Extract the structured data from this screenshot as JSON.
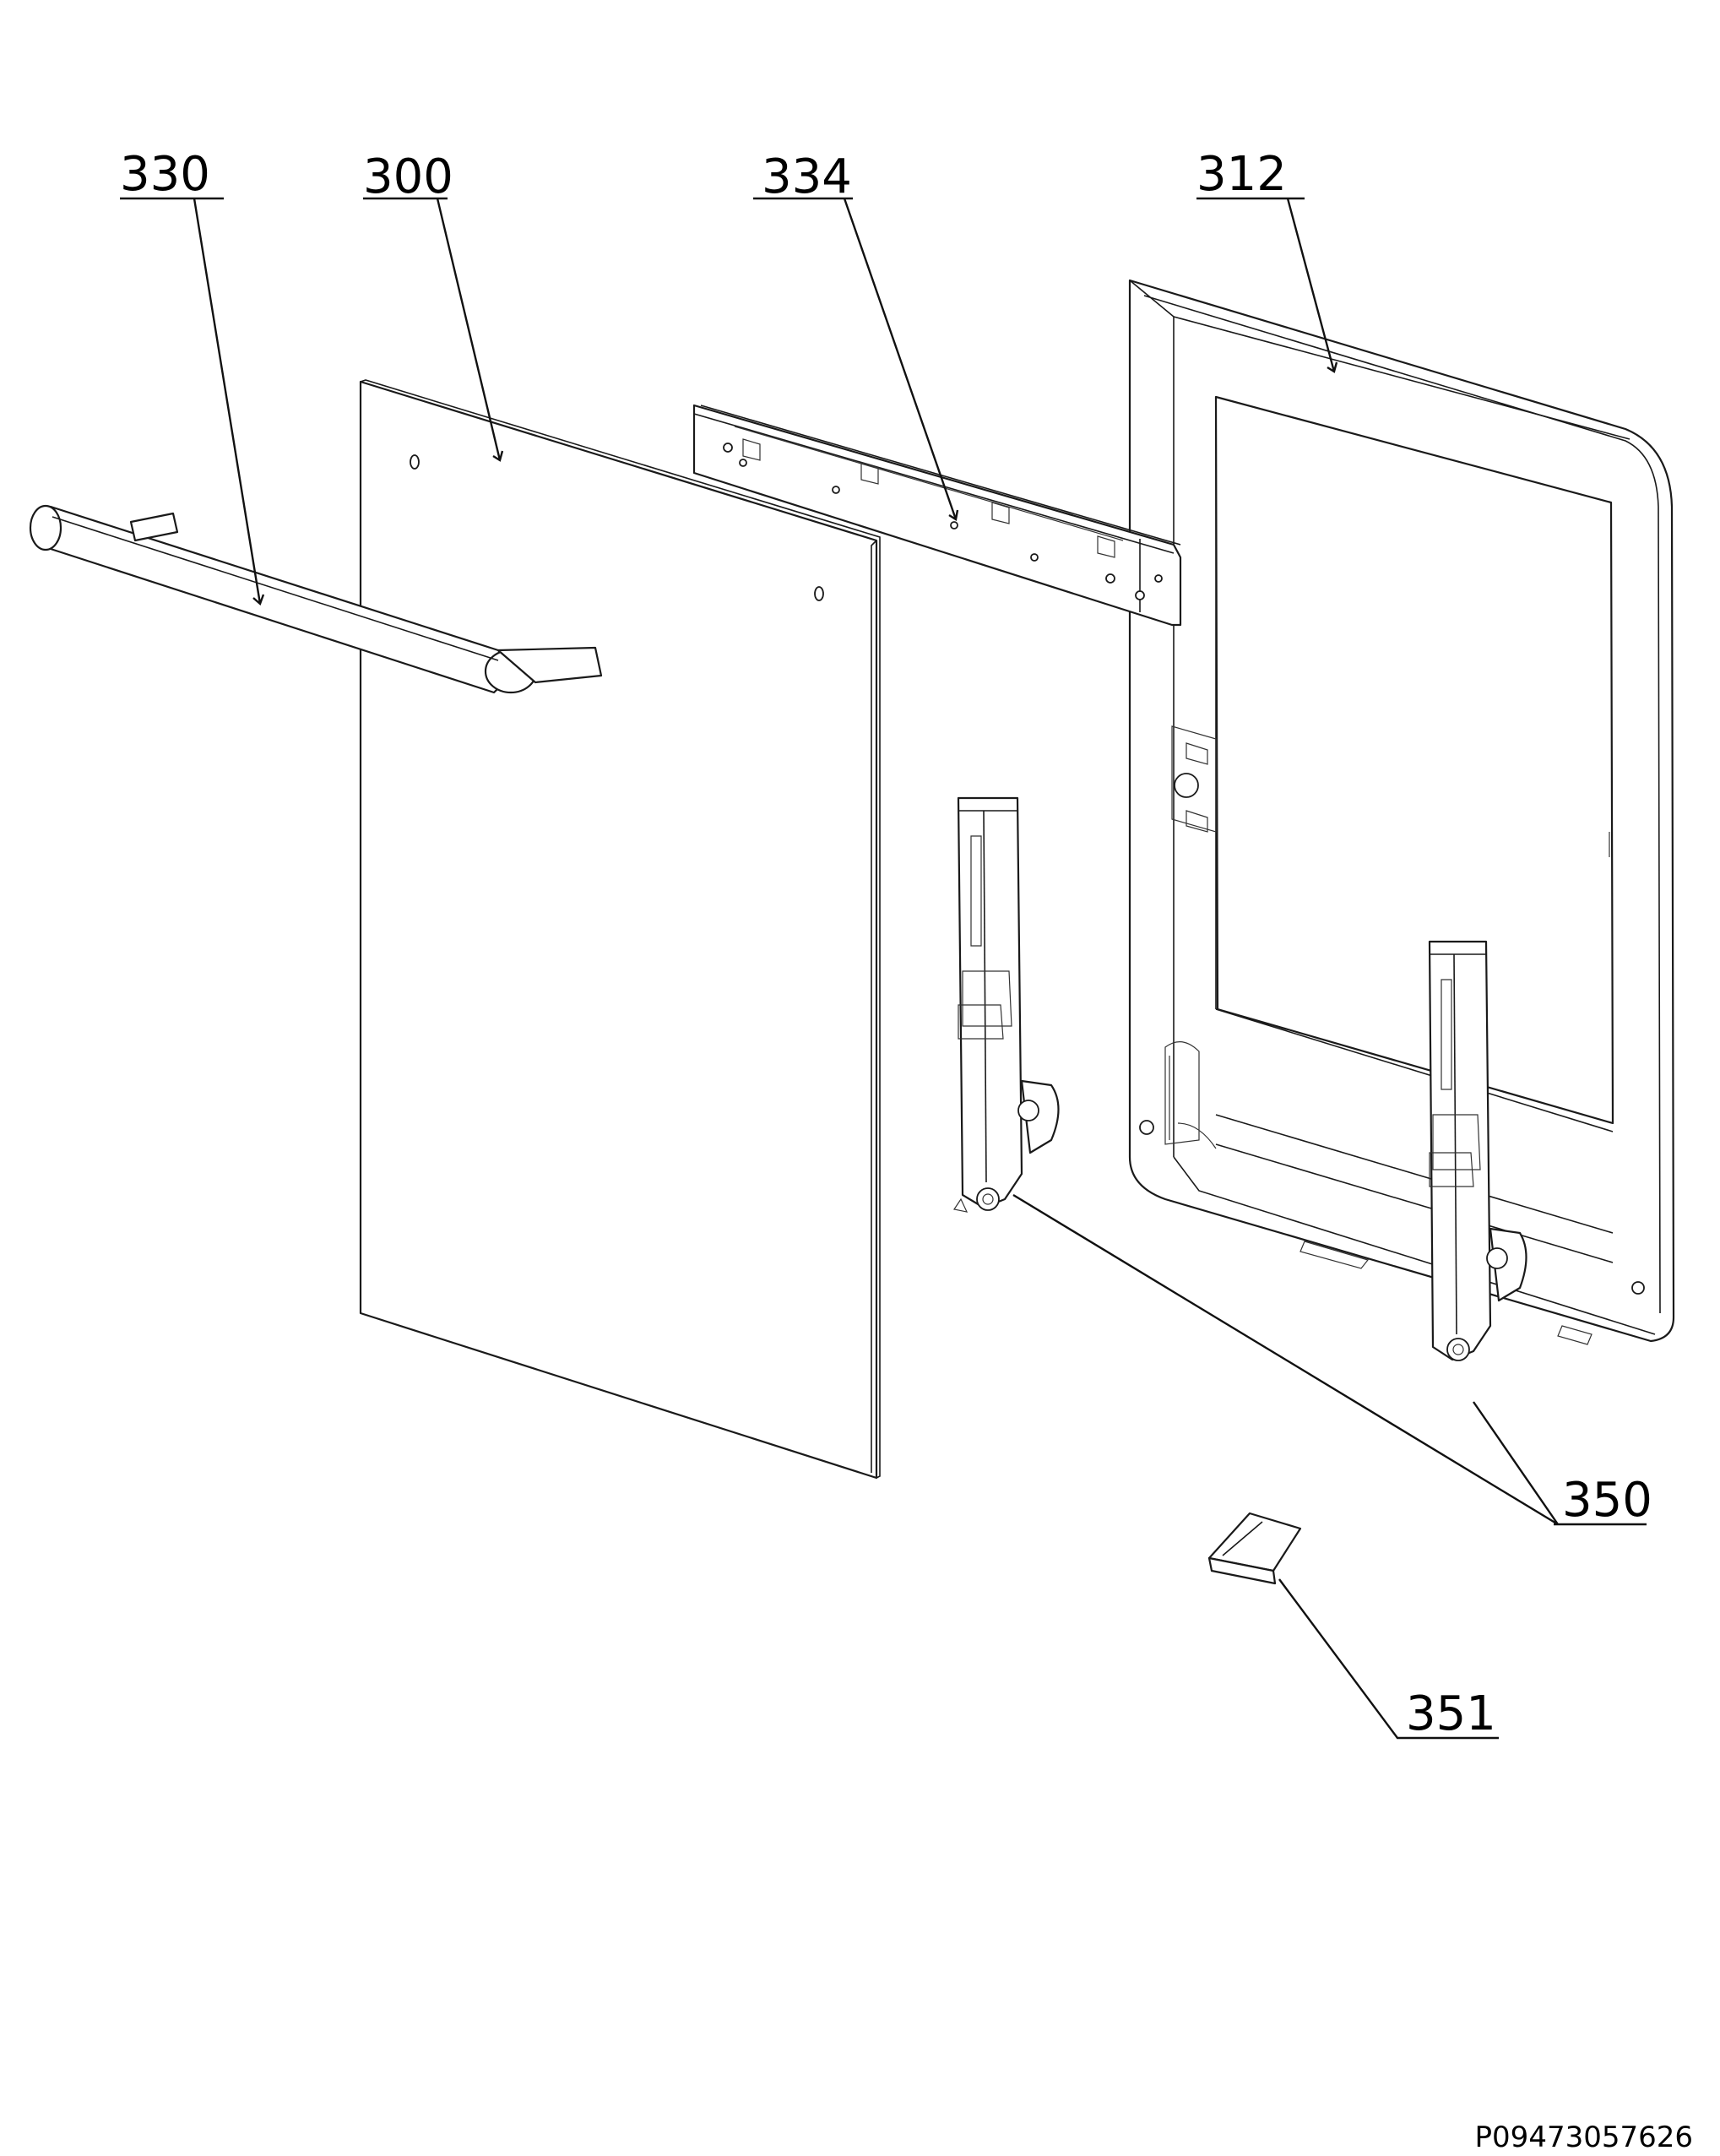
{
  "labels": {
    "handle": "330",
    "outer_glass": "300",
    "top_profile": "334",
    "inner_frame": "312",
    "hinges": "350",
    "clip": "351"
  },
  "reference_code": "P09473057626"
}
